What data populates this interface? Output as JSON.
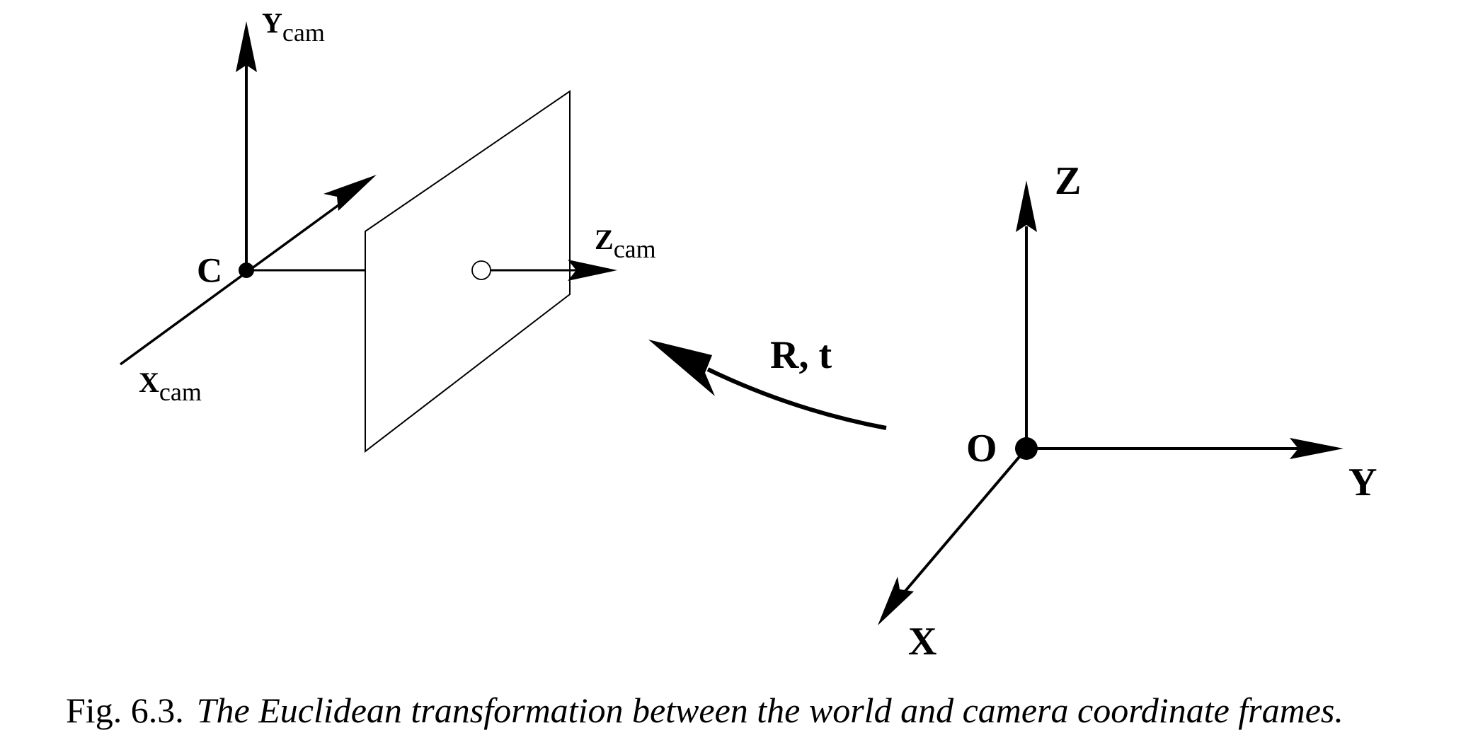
{
  "camera_frame": {
    "center_label": "C",
    "x_axis": {
      "main": "X",
      "sub": "cam"
    },
    "y_axis": {
      "main": "Y",
      "sub": "cam"
    },
    "z_axis": {
      "main": "Z",
      "sub": "cam"
    }
  },
  "world_frame": {
    "origin_label": "O",
    "x_axis_label": "X",
    "y_axis_label": "Y",
    "z_axis_label": "Z"
  },
  "transformation": {
    "label": "R, t"
  },
  "caption": {
    "prefix": "Fig. 6.3.",
    "text": "The Euclidean transformation between the world and camera coordinate frames."
  },
  "colors": {
    "ink": "#000000",
    "background": "#ffffff"
  }
}
